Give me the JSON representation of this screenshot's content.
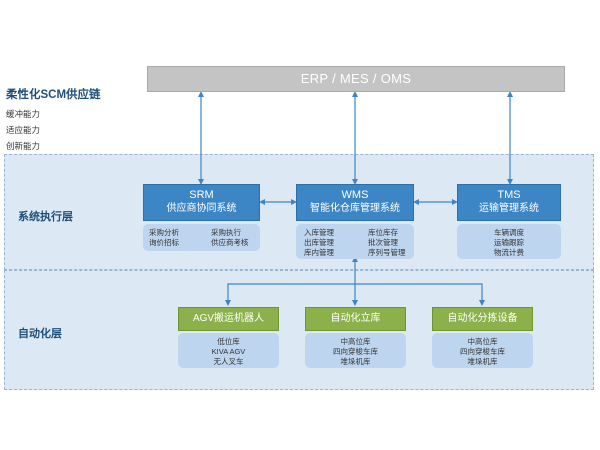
{
  "top_bar": {
    "label": "ERP / MES / OMS"
  },
  "scm": {
    "title": "柔性化SCM供应链",
    "items": [
      "缓冲能力",
      "适应能力",
      "创新能力"
    ]
  },
  "layers": {
    "exec_label": "系统执行层",
    "auto_label": "自动化层"
  },
  "srm": {
    "title": "SRM",
    "subtitle": "供应商协同系统",
    "col1": [
      "采购分析",
      "询价招标"
    ],
    "col2": [
      "采购执行",
      "供应商考核"
    ]
  },
  "wms": {
    "title": "WMS",
    "subtitle": "智能化仓库管理系统",
    "col1": [
      "入库管理",
      "出库管理",
      "库内管理"
    ],
    "col2": [
      "库位库存",
      "批次管理",
      "序列号管理"
    ]
  },
  "tms": {
    "title": "TMS",
    "subtitle": "运输管理系统",
    "items": [
      "车辆调度",
      "运输跟踪",
      "物流计费"
    ]
  },
  "agv": {
    "title": "AGV搬运机器人",
    "items": [
      "低位库",
      "KIVA AGV",
      "无人叉车"
    ]
  },
  "warehouse": {
    "title": "自动化立库",
    "items": [
      "中高位库",
      "四向穿梭车库",
      "堆垛机库"
    ]
  },
  "sorting": {
    "title": "自动化分拣设备",
    "items": [
      "中高位库",
      "四向穿梭车库",
      "堆垛机库"
    ]
  },
  "colors": {
    "header_blue": "#3d86c6",
    "header_green": "#8cb14a",
    "band_fill": "#dce9f5",
    "detail_fill": "#bdd5ee",
    "arrow": "#3d86c6",
    "top_bar": "#c4c4c4"
  }
}
